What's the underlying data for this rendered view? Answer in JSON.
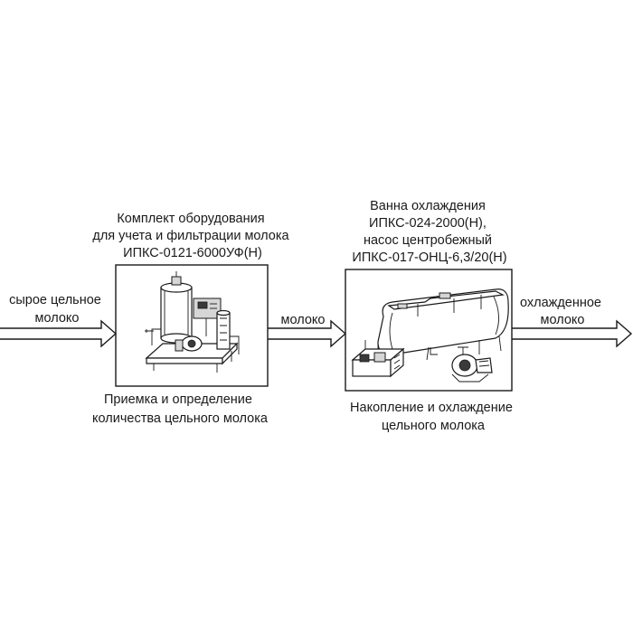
{
  "input_label": [
    "сырое цельное",
    "молоко"
  ],
  "middle_label": [
    "молоко"
  ],
  "output_label": [
    "охлажденное",
    "молоко"
  ],
  "equipment1": {
    "title": [
      "Комплект оборудования",
      "для учета и фильтрации молока",
      "ИПКС-0121-6000УФ(Н)"
    ],
    "caption": [
      "Приемка и определение",
      "количества цельного молока"
    ]
  },
  "equipment2": {
    "title": [
      "Ванна охлаждения",
      "ИПКС-024-2000(Н),",
      "насос центробежный",
      "ИПКС-017-ОНЦ-6,3/20(Н)"
    ],
    "caption": [
      "Накопление и охлаждение",
      "цельного молока"
    ]
  }
}
